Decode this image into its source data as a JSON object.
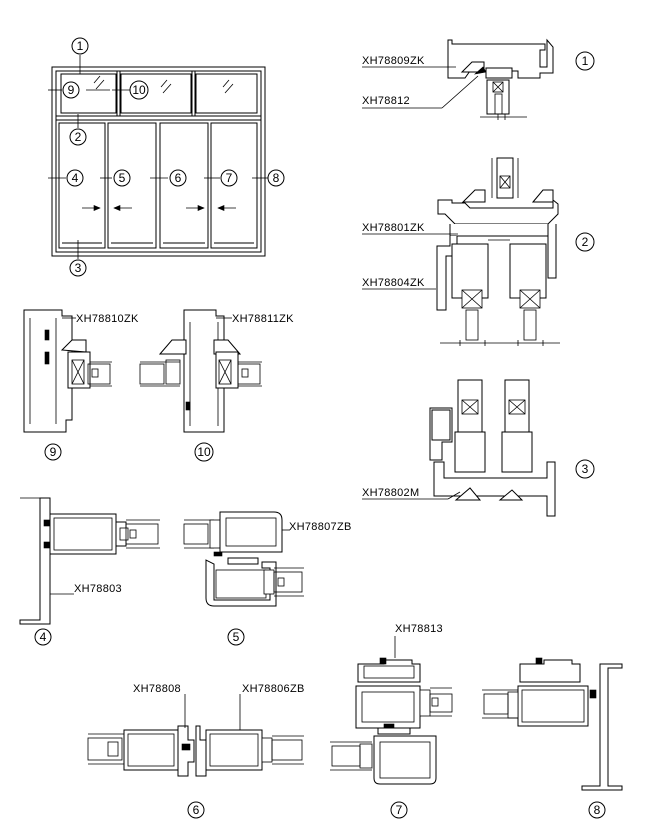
{
  "elevation": {
    "callouts": [
      "1",
      "2",
      "3",
      "4",
      "5",
      "6",
      "7",
      "8",
      "9",
      "10"
    ]
  },
  "sections": {
    "s1": {
      "number": "1",
      "labels": [
        "XH78809ZK",
        "XH78812"
      ]
    },
    "s2": {
      "number": "2",
      "labels": [
        "XH78801ZK",
        "XH78804ZK"
      ]
    },
    "s3": {
      "number": "3",
      "labels": [
        "XH78802M"
      ]
    },
    "s9": {
      "number": "9",
      "labels": [
        "XH78810ZK"
      ]
    },
    "s10": {
      "number": "10",
      "labels": [
        "XH78811ZK"
      ]
    },
    "s4": {
      "number": "4",
      "labels": [
        "XH78803"
      ]
    },
    "s5": {
      "number": "5",
      "labels": [
        "XH78807ZB"
      ]
    },
    "s6": {
      "number": "6",
      "labels": [
        "XH78808",
        "XH78806ZB"
      ]
    },
    "s7": {
      "number": "7",
      "labels": [
        "XH78813"
      ]
    },
    "s8": {
      "number": "8",
      "labels": []
    }
  }
}
